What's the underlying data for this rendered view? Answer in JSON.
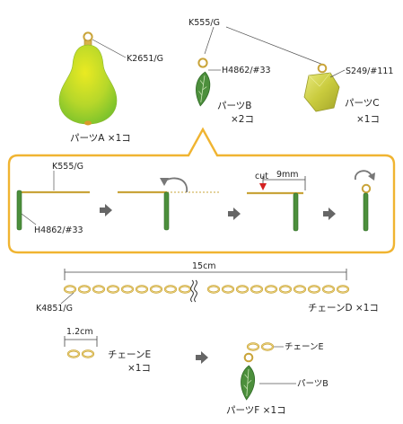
{
  "parts": {
    "a": {
      "code": "K2651/G",
      "caption": "パーツA ×1コ"
    },
    "b": {
      "ring_code": "K555/G",
      "leaf_code": "H4862/#33",
      "caption1": "パーツB",
      "caption2": "×2コ"
    },
    "c": {
      "code": "S249/#111",
      "caption1": "パーツC",
      "caption2": "×1コ"
    }
  },
  "steps": {
    "ring_code": "K555/G",
    "pin_code": "H4862/#33",
    "cut_label": "cut",
    "measure": "9mm"
  },
  "chain_d": {
    "length": "15cm",
    "code": "K4851/G",
    "caption": "チェーンD ×1コ"
  },
  "chain_e": {
    "length": "1.2cm",
    "caption1": "チェーンE",
    "caption2": "×1コ"
  },
  "part_f": {
    "label_chain": "チェーンE",
    "label_part": "パーツB",
    "caption": "パーツF ×1コ"
  },
  "colors": {
    "gold": "#c9a43a",
    "gold_light": "#f2dc8a",
    "leaf_green": "#4c8f3c",
    "pear_yellow": "#e6e020",
    "pear_green": "#7cc42a",
    "callout_border": "#f0b431",
    "arrow_gray": "#666666",
    "cut_red": "#d42020"
  }
}
